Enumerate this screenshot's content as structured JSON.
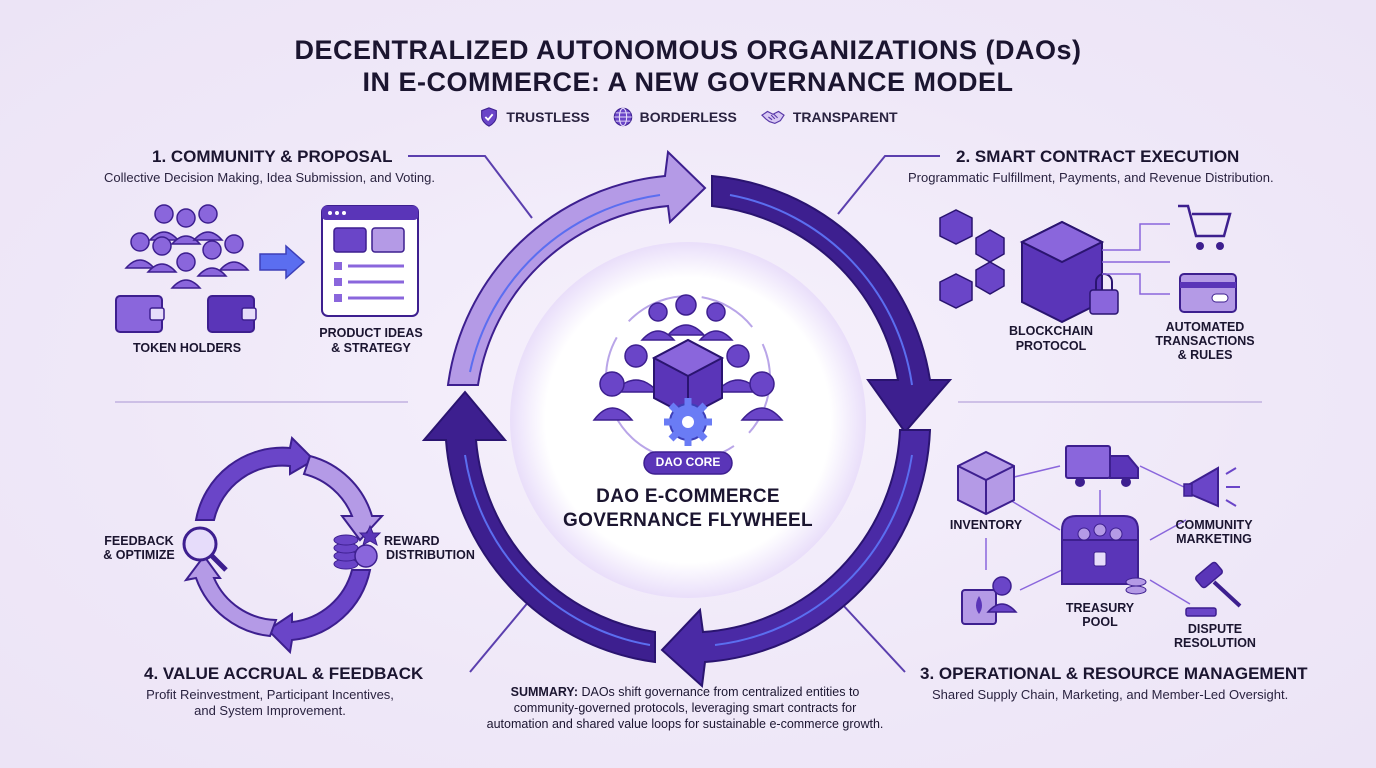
{
  "header": {
    "title_line1": "DECENTRALIZED AUTONOMOUS ORGANIZATIONS (DAOs)",
    "title_line2": "IN E-COMMERCE: A NEW GOVERNANCE MODEL",
    "badges": [
      {
        "label": "TRUSTLESS",
        "icon": "shield-check-icon"
      },
      {
        "label": "BORDERLESS",
        "icon": "globe-icon"
      },
      {
        "label": "TRANSPARENT",
        "icon": "handshake-icon"
      }
    ]
  },
  "sections": {
    "community": {
      "title": "1. COMMUNITY & PROPOSAL",
      "subtitle": "Collective Decision Making, Idea Submission, and Voting.",
      "token_holders": "TOKEN HOLDERS",
      "product_ideas_line1": "PRODUCT IDEAS",
      "product_ideas_line2": "& STRATEGY"
    },
    "smart_contract": {
      "title": "2. SMART CONTRACT EXECUTION",
      "subtitle": "Programmatic Fulfillment, Payments, and Revenue Distribution.",
      "blockchain_line1": "BLOCKCHAIN",
      "blockchain_line2": "PROTOCOL",
      "automated_line1": "AUTOMATED",
      "automated_line2": "TRANSACTIONS",
      "automated_line3": "& RULES"
    },
    "operational": {
      "title": "3. OPERATIONAL & RESOURCE MANAGEMENT",
      "subtitle": "Shared Supply Chain, Marketing, and Member-Led Oversight.",
      "inventory": "INVENTORY",
      "community_marketing_line1": "COMMUNITY",
      "community_marketing_line2": "MARKETING",
      "treasury_line1": "TREASURY",
      "treasury_line2": "POOL",
      "dispute_line1": "DISPUTE",
      "dispute_line2": "RESOLUTION"
    },
    "value": {
      "title": "4. VALUE ACCRUAL & FEEDBACK",
      "subtitle_line1": "Profit Reinvestment, Participant Incentives,",
      "subtitle_line2": "and System Improvement.",
      "feedback_line1": "FEEDBACK",
      "feedback_line2": "& OPTIMIZE",
      "reward_line1": "REWARD",
      "reward_line2": "DISTRIBUTION"
    }
  },
  "center": {
    "badge": "DAO CORE",
    "title_line1": "DAO E-COMMERCE",
    "title_line2": "GOVERNANCE FLYWHEEL"
  },
  "summary": {
    "label": "SUMMARY:",
    "line1": "DAOs shift governance from centralized entities to",
    "line2": "community-governed protocols, leveraging smart contracts for",
    "line3": "automation and shared value loops for sustainable e-commerce growth."
  },
  "colors": {
    "dark_purple": "#3d1f8f",
    "mid_purple": "#6a45c8",
    "light_purple": "#b49ae6",
    "accent_blue": "#5b6ef0"
  }
}
